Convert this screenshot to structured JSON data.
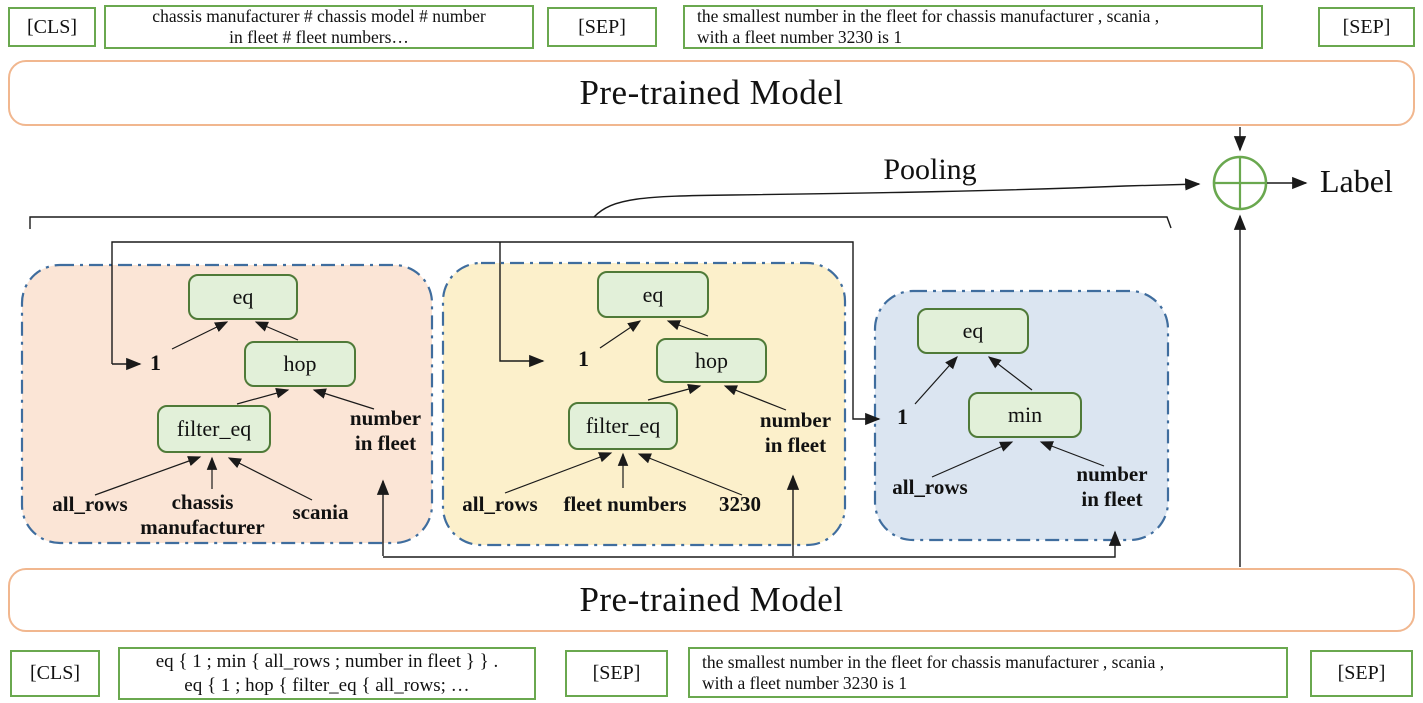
{
  "colors": {
    "token_border": "#6aa84f",
    "bar_border": "#f1b78f",
    "node_fill": "#e2f0d9",
    "node_border": "#4f7a38",
    "tree1_fill": "#fbe5d6",
    "tree2_fill": "#fcf0cb",
    "tree3_fill": "#dbe5f1",
    "tree_border": "#3f6d9e",
    "plus_green": "#6aa84f",
    "line_black": "#1a1a1a"
  },
  "top": {
    "cls": "[CLS]",
    "table_l1": "chassis manufacturer  # chassis model # number",
    "table_l2": "in fleet  # fleet  numbers…",
    "sep1": "[SEP]",
    "stmt_l1": "the smallest number in the fleet  for chassis  manufacturer  , scania ,",
    "stmt_l2": "with a fleet  number 3230 is 1",
    "sep2": "[SEP]"
  },
  "model_top": "Pre-trained Model",
  "model_bottom": "Pre-trained Model",
  "pooling_label": "Pooling",
  "output_label": "Label",
  "tree1": {
    "eq": "eq",
    "one": "1",
    "hop": "hop",
    "filter_eq": "filter_eq",
    "col_l1": "number",
    "col_l2": "in fleet",
    "leaf1": "all_rows",
    "leaf2_l1": "chassis",
    "leaf2_l2": "manufacturer",
    "leaf3": "scania"
  },
  "tree2": {
    "eq": "eq",
    "one": "1",
    "hop": "hop",
    "filter_eq": "filter_eq",
    "col_l1": "number",
    "col_l2": "in fleet",
    "leaf1": "all_rows",
    "leaf2": "fleet numbers",
    "leaf3": "3230"
  },
  "tree3": {
    "eq": "eq",
    "one": "1",
    "min": "min",
    "leaf1": "all_rows",
    "col_l1": "number",
    "col_l2": "in fleet"
  },
  "bottom": {
    "cls": "[CLS]",
    "lf_l1": "eq { 1 ; min { all_rows ; number in fleet } }  .",
    "lf_l2": "eq { 1 ; hop { filter_eq { all_rows; …",
    "sep1": "[SEP]",
    "stmt_l1": "the smallest number in the fleet  for chassis  manufacturer  , scania ,",
    "stmt_l2": "with a fleet  number 3230 is 1",
    "sep2": "[SEP]"
  }
}
